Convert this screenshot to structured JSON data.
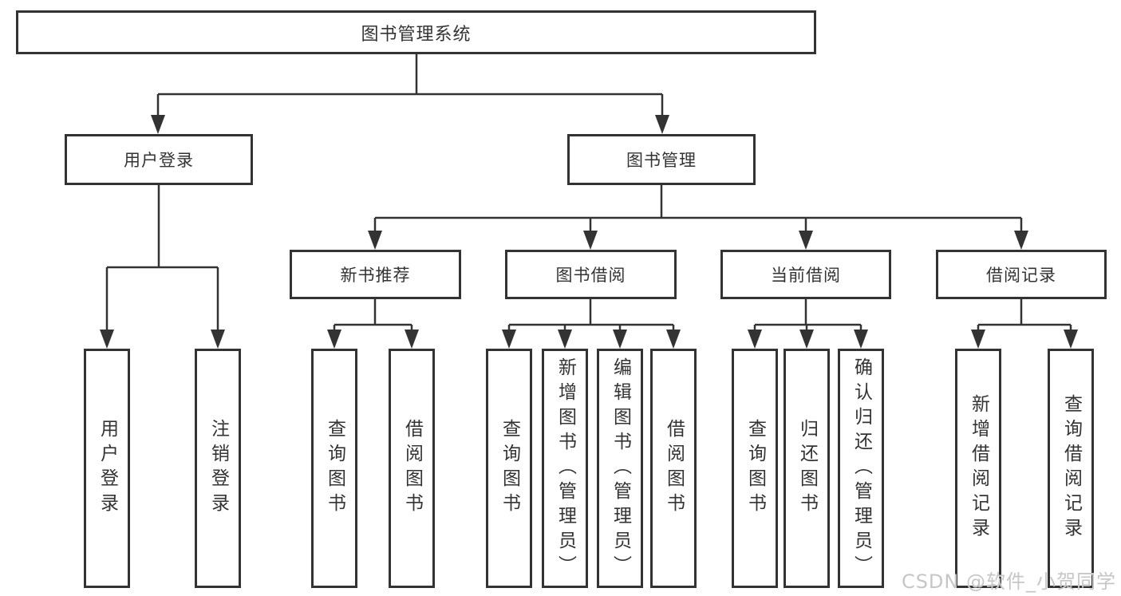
{
  "title": "图书管理系统",
  "tree": {
    "user_login": {
      "label": "用户登录",
      "children": [
        "用户登录",
        "注销登录"
      ]
    },
    "book_management": {
      "label": "图书管理",
      "children": {
        "new_book_recommend": {
          "label": "新书推荐",
          "children": [
            "查询图书",
            "借阅图书"
          ]
        },
        "book_borrow": {
          "label": "图书借阅",
          "children": [
            "查询图书",
            "新增图书（管理员）",
            "编辑图书（管理员）",
            "借阅图书"
          ]
        },
        "current_borrow": {
          "label": "当前借阅",
          "children": [
            "查询图书",
            "归还图书",
            "确认归还（管理员）"
          ]
        },
        "borrow_records": {
          "label": "借阅记录",
          "children": [
            "新增借阅记录",
            "查询借阅记录"
          ]
        }
      }
    }
  },
  "watermark": {
    "text": "CSDN @软件_小贺同学",
    "color": "#c6c6c6"
  },
  "colors": {
    "line": "#333333",
    "text": "#333333",
    "background": "#ffffff"
  }
}
